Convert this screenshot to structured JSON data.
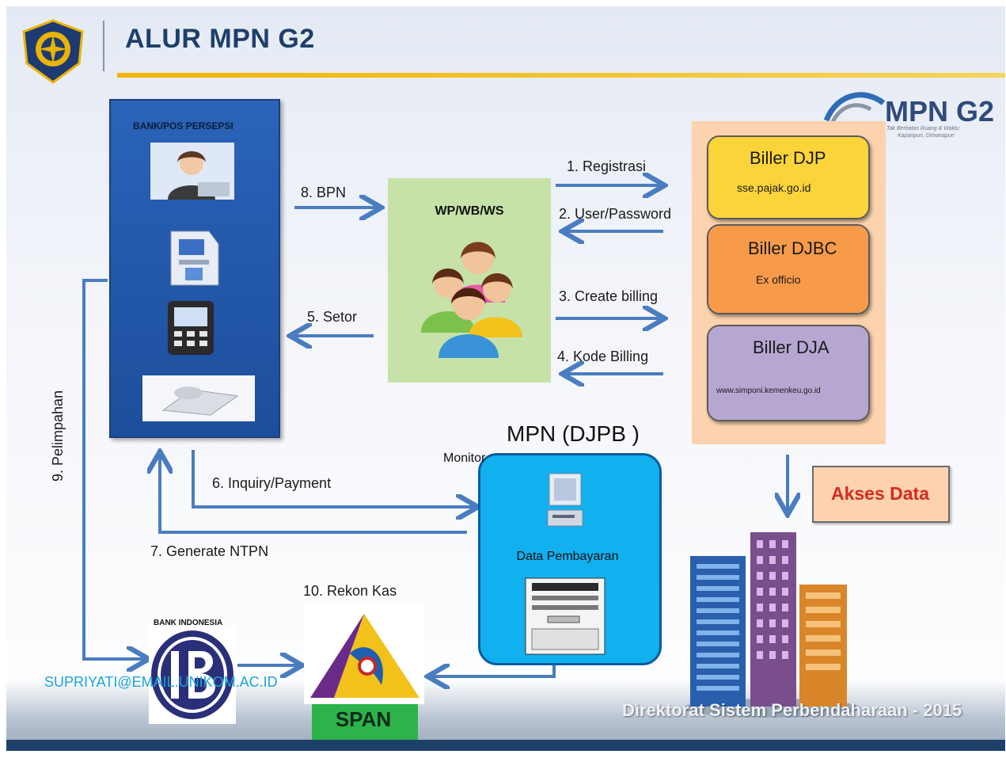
{
  "header": {
    "title": "ALUR MPN G2"
  },
  "brand": {
    "name": "MPN G2",
    "tagline_lines": [
      "Tak Berbatas Ruang & Waktu",
      "Kapanpun, Dimanapun"
    ]
  },
  "bank_panel": {
    "title": "BANK/POS PERSEPSI"
  },
  "wp_box": {
    "title": "WP/WB/WS"
  },
  "billers": [
    {
      "title": "Biller DJP",
      "subtitle": "sse.pajak.go.id",
      "color": "#fbd43a"
    },
    {
      "title": "Biller DJBC",
      "subtitle": "Ex officio",
      "color": "#f79a4a"
    },
    {
      "title": "Biller DJA",
      "subtitle": "www.simponi.kemenkeu.go.id",
      "color": "#b6a6d2"
    }
  ],
  "flows": {
    "registrasi": "1. Registrasi",
    "user_password": "2. User/Password",
    "create_billing": "3. Create billing",
    "kode_billing": "4. Kode Billing",
    "setor": "5. Setor",
    "inquiry_payment": "6. Inquiry/Payment",
    "generate_ntpn": "7. Generate NTPN",
    "bpn": "8.  BPN",
    "pelimpahan": "9.  Pelimpahan",
    "rekon_kas": "10. Rekon Kas"
  },
  "mpn": {
    "title": "MPN (DJPB )",
    "monitor_label": "Monitor",
    "data_label": "Data Pembayaran"
  },
  "akses_data": "Akses Data",
  "bank_indonesia": "BANK INDONESIA",
  "span": "SPAN",
  "watermark": "SUPRIYATI@EMAIL.UNIKOM.AC.ID",
  "footer": "Direktorat Sistem Perbendaharaan - 2015",
  "colors": {
    "arrow": "#4a7dbf",
    "title": "#1f3f6b",
    "accent": "#f0b400"
  }
}
